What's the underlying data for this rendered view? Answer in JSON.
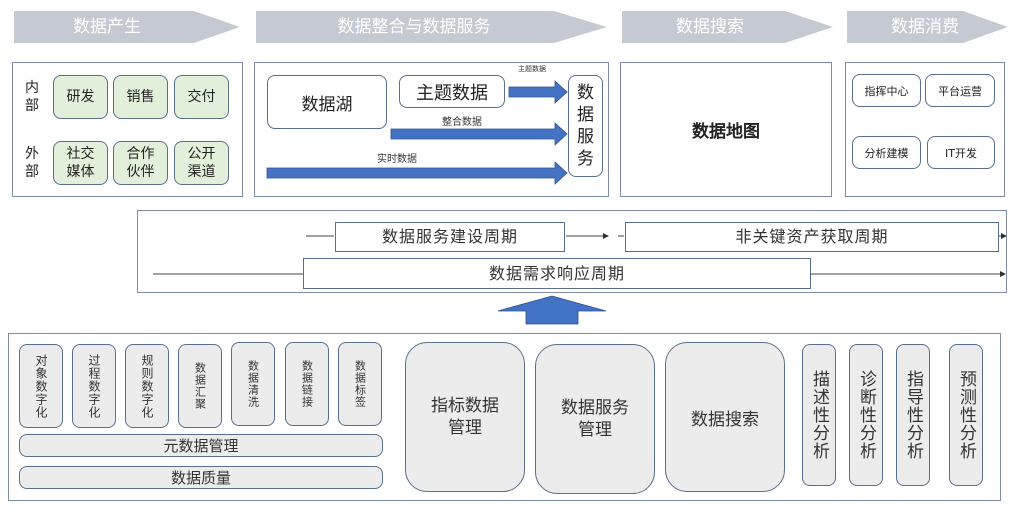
{
  "stages": [
    {
      "label": "数据产生"
    },
    {
      "label": "数据整合与数据服务"
    },
    {
      "label": "数据搜索"
    },
    {
      "label": "数据消费"
    }
  ],
  "production": {
    "internal_label": "内部",
    "external_label": "外部",
    "internal": [
      "研发",
      "销售",
      "交付"
    ],
    "external": [
      "社交媒体",
      "合作伙伴",
      "公开渠道"
    ]
  },
  "integration": {
    "data_lake": "数据湖",
    "topic_data": "主题数据",
    "topic_arrow_label": "主题数据",
    "integrated_label": "整合数据",
    "realtime_label": "实时数据",
    "data_service": "数据服务"
  },
  "search": {
    "data_map": "数据地图"
  },
  "consumption": {
    "items": [
      "指挥中心",
      "平台运营",
      "分析建模",
      "IT开发"
    ]
  },
  "cycles": {
    "service_build": "数据服务建设周期",
    "non_key_asset": "非关键资产获取周期",
    "demand_response": "数据需求响应周期"
  },
  "foundation": {
    "digitization": [
      "对象数字化",
      "过程数字化",
      "规则数字化"
    ],
    "data_ops": [
      "数据汇聚",
      "数据清洗",
      "数据链接",
      "数据标签"
    ],
    "metadata": "元数据管理",
    "quality": "数据质量",
    "big_blocks": [
      "指标数据\n管理",
      "数据服务\n管理",
      "数据搜索"
    ],
    "analytics": [
      "描述性分析",
      "诊断性分析",
      "指导性分析",
      "预测性分析"
    ]
  },
  "colors": {
    "stage_fill": "#c5cad2",
    "green_fill": "#e2efda",
    "arrow_blue": "#4472c4",
    "border": "#5a6f8c",
    "gray_fill": "#ececec"
  }
}
